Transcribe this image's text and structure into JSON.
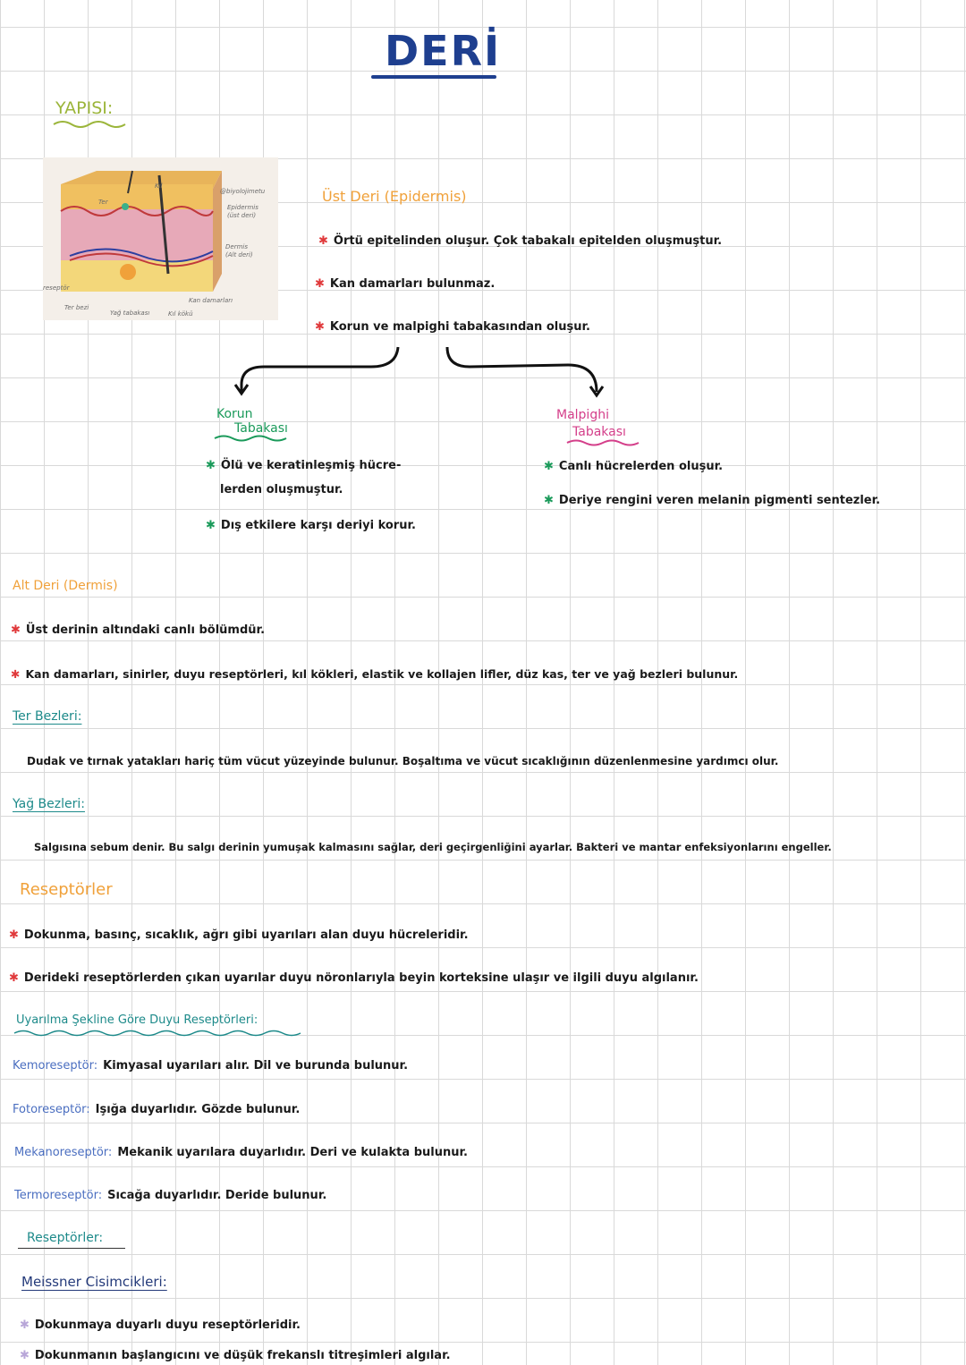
{
  "title": "DERİ",
  "section_structure": "YAPISI:",
  "diagram": {
    "labels": {
      "handle": "@biyolojimetu",
      "kil": "Kıl",
      "ter": "Ter",
      "epidermis": "Epidermis",
      "ust_deri": "(üst deri)",
      "dermis": "Dermis",
      "alt_deri": "(Alt deri)",
      "reseptor": "reseptör",
      "ter_bezi": "Ter bezi",
      "yag_tabakasi": "Yağ tabakası",
      "kil_koku": "Kıl kökü",
      "kan_damarlari": "Kan damarları"
    }
  },
  "epidermis": {
    "heading": "Üst Deri (Epidermis)",
    "items": [
      "Örtü epitelinden oluşur. Çok tabakalı epitelden oluşmuştur.",
      "Kan damarları bulunmaz.",
      "Korun ve malpighi tabakasından oluşur."
    ]
  },
  "korun": {
    "heading_line1": "Korun",
    "heading_line2": "Tabakası",
    "item1_line1": "Ölü ve keratinleşmiş hücre-",
    "item1_line2": "lerden oluşmuştur.",
    "item2": "Dış etkilere karşı deriyi korur."
  },
  "malpighi": {
    "heading_line1": "Malpighi",
    "heading_line2": "Tabakası",
    "items": [
      "Canlı hücrelerden oluşur.",
      "Deriye rengini veren melanin pigmenti sentezler."
    ]
  },
  "dermis": {
    "heading": "Alt Deri (Dermis)",
    "items": [
      "Üst derinin altındaki canlı bölümdür.",
      "Kan damarları, sinirler, duyu reseptörleri, kıl kökleri, elastik ve kollajen lifler, düz kas, ter ve yağ bezleri bulunur."
    ]
  },
  "ter_bezleri": {
    "heading": "Ter Bezleri:",
    "text": "Dudak ve tırnak yatakları hariç tüm vücut yüzeyinde bulunur. Boşaltıma ve vücut sıcaklığının düzenlenmesine yardımcı olur."
  },
  "yag_bezleri": {
    "heading": "Yağ Bezleri:",
    "text": "Salgısına sebum denir. Bu salgı derinin yumuşak kalmasını sağlar, deri geçirgenliğini ayarlar. Bakteri ve mantar enfeksiyonlarını engeller."
  },
  "reseptorler": {
    "heading": "Reseptörler",
    "items": [
      "Dokunma, basınç, sıcaklık, ağrı gibi uyarıları alan duyu hücreleridir.",
      "Derideki reseptörlerden çıkan uyarılar duyu nöronlarıyla beyin korteksine ulaşır ve ilgili duyu algılanır."
    ]
  },
  "uyarilma": {
    "heading": "Uyarılma Şekline Göre Duyu Reseptörleri:",
    "rows": [
      {
        "term": "Kemoreseptör:",
        "desc": "Kimyasal uyarıları alır. Dil ve burunda bulunur."
      },
      {
        "term": "Fotoreseptör:",
        "desc": "Işığa duyarlıdır. Gözde bulunur."
      },
      {
        "term": "Mekanoreseptör:",
        "desc": "Mekanik uyarılara duyarlıdır. Deri ve kulakta bulunur."
      },
      {
        "term": "Termoreseptör:",
        "desc": "Sıcağa duyarlıdır. Deride bulunur."
      }
    ]
  },
  "reseptorler2": {
    "heading": "Reseptörler:"
  },
  "meissner": {
    "heading": "Meissner Cisimcikleri:",
    "items": [
      "Dokunmaya duyarlı duyu reseptörleridir.",
      "Dokunmanın başlangıcını ve düşük frekanslı titreşimleri algılar."
    ]
  },
  "colors": {
    "title": "#1e3f8f",
    "structure": "#9bb53a",
    "orange": "#f0a13a",
    "red_star": "#e0393b",
    "teal": "#1d8a8a",
    "green": "#1a9a5a",
    "pink": "#d43f8a",
    "navy": "#243a7a",
    "blue": "#4a6ec0",
    "lavender": "#b8a6d8"
  }
}
